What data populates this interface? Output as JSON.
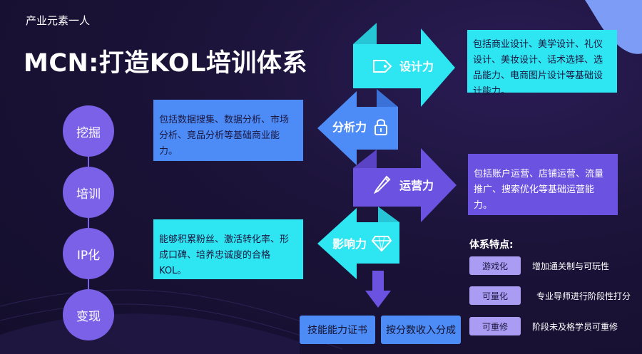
{
  "header": {
    "topline": "产业元素一人",
    "title": "MCN:打造KOL培训体系"
  },
  "stages": [
    "挖掘",
    "培训",
    "IP化",
    "变现"
  ],
  "skills": [
    {
      "label": "设计力",
      "icon": "tag-icon"
    },
    {
      "label": "分析力",
      "icon": "lock-icon"
    },
    {
      "label": "运营力",
      "icon": "pen-icon"
    },
    {
      "label": "影响力",
      "icon": "diamond-icon"
    }
  ],
  "descriptions": {
    "design": "包括商业设计、美学设计、礼仪设计、美妆设计、话术选择、选品能力、电商图片设计等基础设计能力。",
    "analysis": "包括数据搜集、数据分析、市场分析、竞品分析等基础商业能力。",
    "operation": "包括账户运营、店铺运营、流量推广、搜索优化等基础运营能力。",
    "influence": "能够积累粉丝、激活转化率、形成口碑、培养忠诚度的合格KOL。"
  },
  "features": {
    "title": "体系特点:",
    "items": [
      {
        "tag": "游戏化",
        "text": "增加通关制与可玩性"
      },
      {
        "tag": "可量化",
        "text": "专业导师进行阶段性打分"
      },
      {
        "tag": "可重修",
        "text": "阶段未及格学员可重修"
      }
    ]
  },
  "outcomes": [
    "技能能力证书",
    "按分数收入分成"
  ],
  "colors": {
    "cyan": "#2ee6f2",
    "blue": "#4d8cf7",
    "purple": "#6b52e0",
    "circle": "#7b61e8",
    "background": "#1a1236"
  }
}
